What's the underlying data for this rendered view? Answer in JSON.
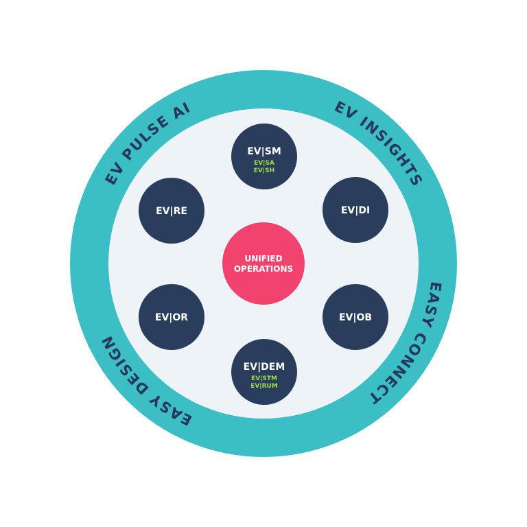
{
  "colors": {
    "ring": "#3bbfc4",
    "inner": "#eef3f7",
    "node": "#2a3d5c",
    "center": "#f2436f",
    "ring_text": "#26375a",
    "sub_text": "#9be04a"
  },
  "ring_labels": [
    "EV PULSE AI",
    "EV INSIGHTS",
    "EASY CONNECT",
    "EASY DESIGN"
  ],
  "center": {
    "line1": "UNIFIED",
    "line2": "OPERATIONS"
  },
  "nodes": [
    {
      "title": "EV|SM",
      "subs": [
        "EV|SA",
        "EV|SH"
      ]
    },
    {
      "title": "EV|DI",
      "subs": []
    },
    {
      "title": "EV|OB",
      "subs": []
    },
    {
      "title": "EV|DEM",
      "subs": [
        "EV|STM",
        "EV|RUM"
      ]
    },
    {
      "title": "EV|OR",
      "subs": []
    },
    {
      "title": "EV|RE",
      "subs": []
    }
  ]
}
